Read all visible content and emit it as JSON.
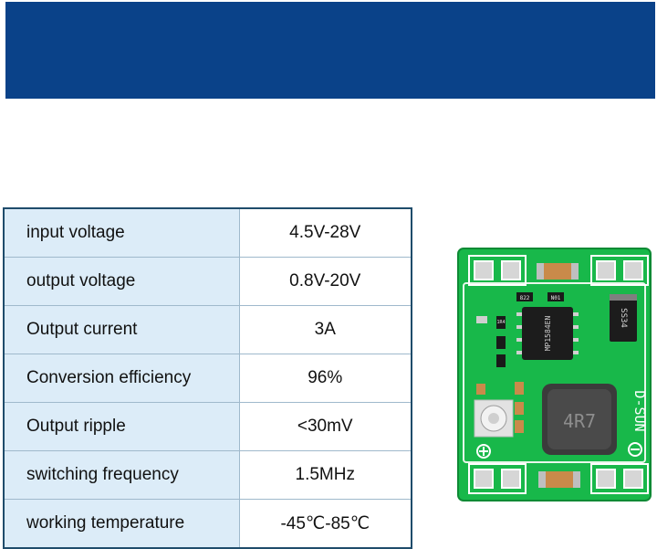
{
  "specs": [
    {
      "label": "input voltage",
      "value": "4.5V-28V"
    },
    {
      "label": "output voltage",
      "value": "0.8V-20V"
    },
    {
      "label": "Output current",
      "value": "3A"
    },
    {
      "label": "Conversion efficiency",
      "value": "96%"
    },
    {
      "label": "Output ripple",
      "value": "<30mV"
    },
    {
      "label": "switching frequency",
      "value": "1.5MHz"
    },
    {
      "label": "working temperature",
      "value": "-45℃-85℃"
    }
  ],
  "board": {
    "inductor_label": "4R7",
    "brand_label": "D-SUN",
    "diode_label": "SS34",
    "chip_label": "MP1584EN",
    "resistor_labels": [
      "822",
      "N01",
      "1R4"
    ]
  },
  "colors": {
    "banner": "#0a4289",
    "label_cell": "#dcecf8",
    "pcb": "#18b84a"
  }
}
